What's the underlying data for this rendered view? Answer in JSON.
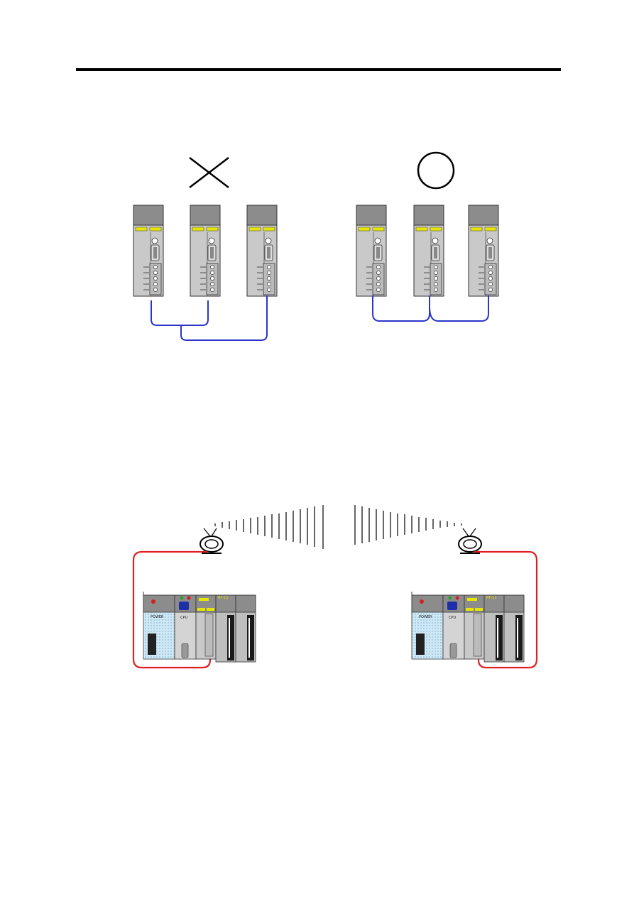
{
  "header": {
    "rule": true
  },
  "figure_wiring": {
    "wrong_symbol": "cross-mark",
    "right_symbol": "circle-mark",
    "cable_color": "#2b36c8",
    "module_led_color": "#e6e600",
    "wrong_group_modules": 3,
    "right_group_modules": 3
  },
  "figure_wireless": {
    "cable_color": "#e02020",
    "left_plc": {
      "power_label": "POWER",
      "cpu_label": "CPU",
      "slot_label": "RF-11"
    },
    "right_plc": {
      "power_label": "POWER",
      "cpu_label": "CPU",
      "slot_label": "RF-11"
    },
    "antenna_icon": "radio-antenna-icon"
  }
}
